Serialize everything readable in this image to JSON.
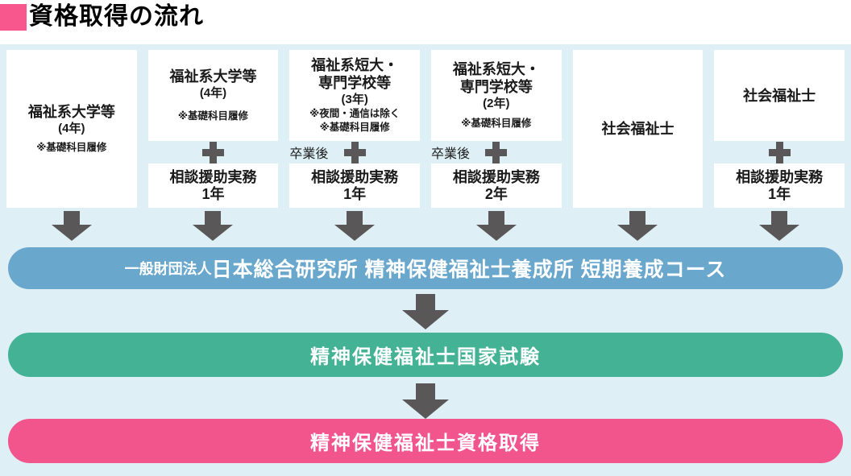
{
  "title": "資格取得の流れ",
  "colors": {
    "accent_pink": "#f7578c",
    "panel_background": "#def0f6",
    "connector_gray": "#595757",
    "bar_blue": "#6aa7cd",
    "bar_green": "#44b294",
    "bar_pink": "#f2548c"
  },
  "columns": [
    {
      "title": "福祉系大学等",
      "years": "(4年)",
      "note2": "※基礎科目履修"
    },
    {
      "title": "福祉系大学等",
      "years": "(4年)",
      "note2": "※基礎科目履修",
      "practice1": "相談援助実務",
      "practice2": "1年"
    },
    {
      "title1": "福祉系短大・",
      "title2": "専門学校等",
      "years": "(3年)",
      "note1": "※夜間・通信は除く",
      "note2": "※基礎科目履修",
      "grad": "卒業後",
      "practice1": "相談援助実務",
      "practice2": "1年"
    },
    {
      "title1": "福祉系短大・",
      "title2": "専門学校等",
      "years": "(2年)",
      "note2": "※基礎科目履修",
      "grad": "卒業後",
      "practice1": "相談援助実務",
      "practice2": "2年"
    },
    {
      "title": "社会福祉士"
    },
    {
      "title": "社会福祉士",
      "practice1": "相談援助実務",
      "practice2": "1年"
    }
  ],
  "bars": {
    "course_prefix": "一般財団法人",
    "course_main": "日本総合研究所 精神保健福祉士養成所 短期養成コース",
    "exam": "精神保健福祉士国家試験",
    "goal": "精神保健福祉士資格取得"
  }
}
